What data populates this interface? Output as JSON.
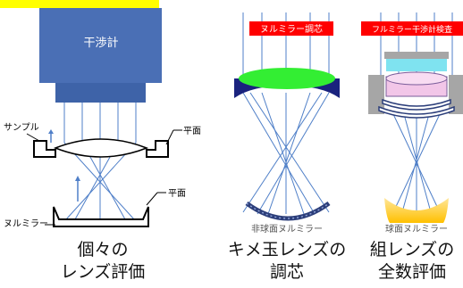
{
  "panel1": {
    "interferometer_label": "干渉計",
    "sample_label": "サンプル",
    "flat_top_label": "平面",
    "flat_bottom_label": "平面",
    "null_mirror_label": "ヌルミラー",
    "caption_line1": "個々の",
    "caption_line2": "レンズ評価"
  },
  "panel2": {
    "banner": "ヌルミラー調芯",
    "sublabel": "非球面ヌルミラー",
    "caption_line1": "キメ玉レンズの",
    "caption_line2": "調芯"
  },
  "panel3": {
    "banner": "フルミラー干渉計検査",
    "sublabel": "球面ヌルミラー",
    "caption_line1": "組レンズの",
    "caption_line2": "全数評価"
  },
  "colors": {
    "highlight": "#ffff00",
    "interferometer": "#4a6fb5",
    "banner": "#ff0000",
    "beam": "#4f7fc8",
    "lens_green": "#33ee33",
    "lens_navy": "#1a237e",
    "mirror_gold": "#ffd966",
    "lens_pink": "#f2c6e8"
  }
}
